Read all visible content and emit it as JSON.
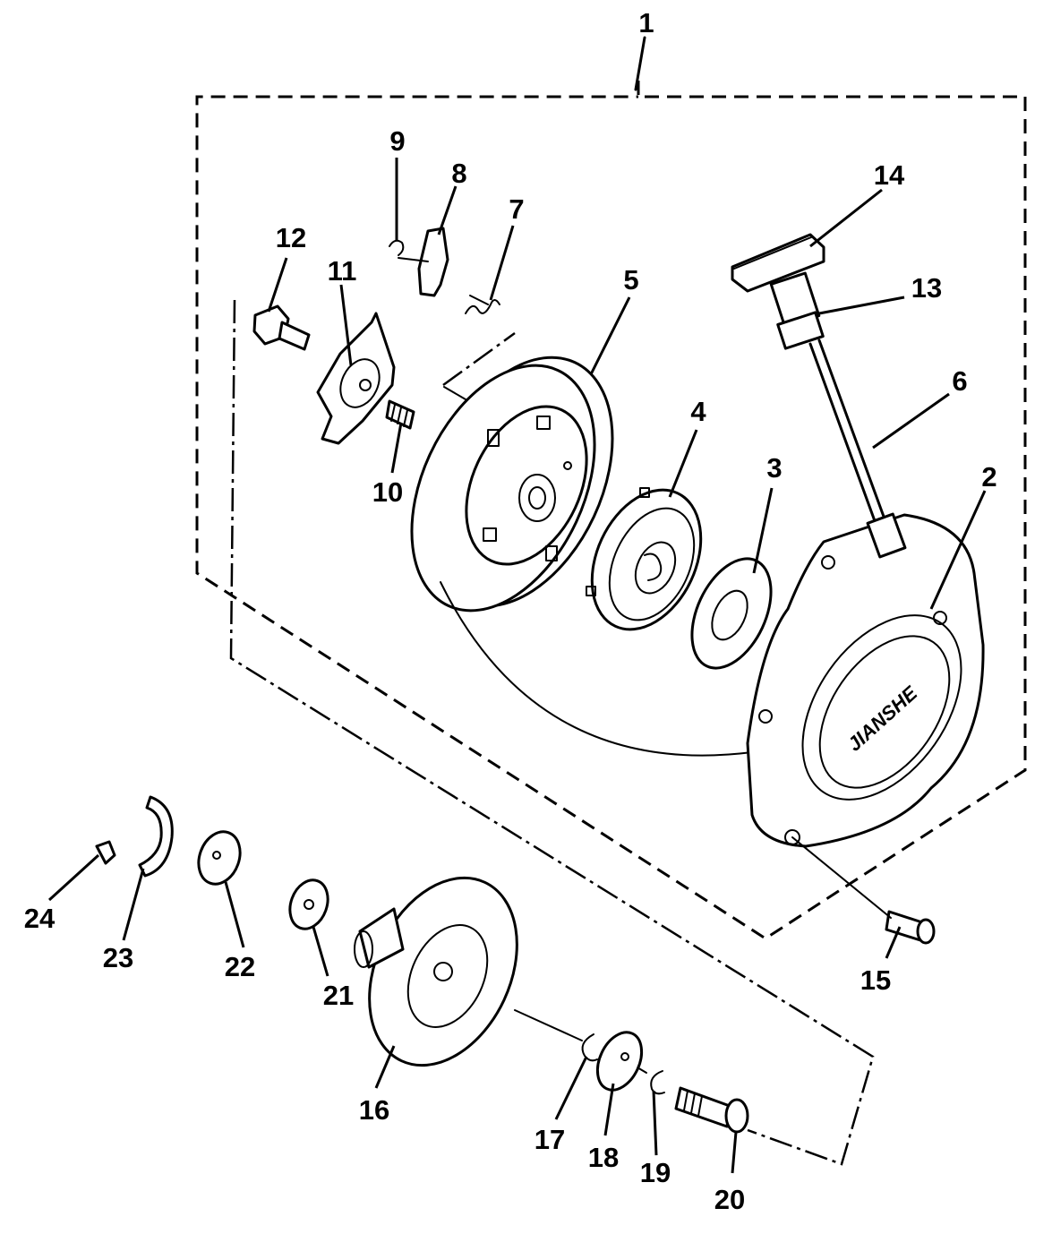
{
  "diagram": {
    "callouts": [
      "1",
      "2",
      "3",
      "4",
      "5",
      "6",
      "7",
      "8",
      "9",
      "10",
      "11",
      "12",
      "13",
      "14",
      "15",
      "16",
      "17",
      "18",
      "19",
      "20",
      "21",
      "22",
      "23",
      "24"
    ],
    "housing_logo_text": "JIANSHE"
  }
}
